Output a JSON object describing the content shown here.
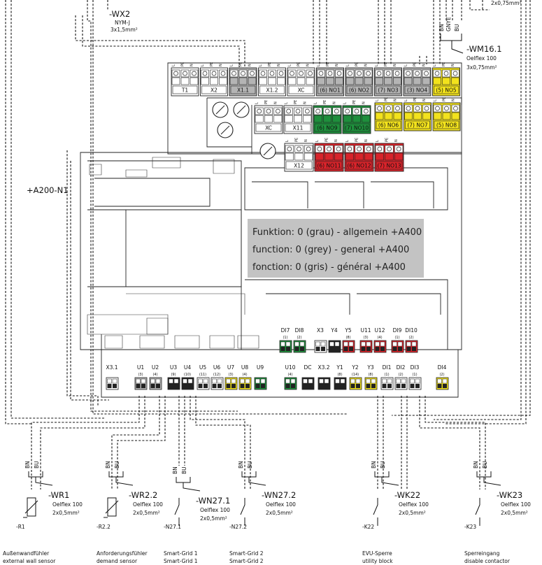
{
  "info_box": {
    "lines": [
      "Funktion: 0 (grau) - allgemein +A400",
      "function: 0 (grey) - general +A400",
      "fonction: 0 (gris) - général +A400"
    ]
  },
  "device_label": "+A200-N1",
  "colors": {
    "grey": "#b4b4b4",
    "green": "#1e8f3c",
    "yellow": "#f2e21c",
    "red": "#d8232a",
    "info_bg": "#c3c3c3"
  },
  "top_cables": {
    "wx2": {
      "tag": "-WX2",
      "type": "NYM-J",
      "size": "3x1,5mm²"
    },
    "wm16": {
      "tag": "-WM16.1",
      "type": "Oelflex 100",
      "size": "3x0,75mm²"
    },
    "top_right_size": "2x0,75mm²",
    "wm16_cores": [
      "BN",
      "GNYE",
      "BU"
    ]
  },
  "top_terminals": [
    "T1",
    "X2",
    "X1.1",
    "X1.2",
    "XC",
    "(6) NO1",
    "(6) NO2",
    "(7) NO3",
    "(3) NO4",
    "(5) NO5"
  ],
  "mid_terminals_right": [
    "(6) NO6",
    "(7) NO7",
    "(5) NO8"
  ],
  "mid_terminals_left": [
    "XC",
    "X11",
    "(6) NO9",
    "(7) NO10"
  ],
  "red_terminals": [
    "X12",
    "(6) NO11",
    "(6) NO12",
    "(7) NO13"
  ],
  "pin_letters": {
    "l": "L",
    "pe": "PE",
    "n": "N"
  },
  "upper_io": {
    "labels": [
      "DI7",
      "DI8",
      "X3",
      "Y4",
      "Y5",
      "U11",
      "U12",
      "DI9",
      "DI10"
    ],
    "functions": [
      "(1)",
      "(2)",
      "",
      "",
      "(8)",
      "(3)",
      "(4)",
      "(1)",
      "(2)"
    ]
  },
  "lower_io_left": {
    "labels": [
      "X3.1",
      "U1",
      "U2",
      "U3",
      "U4",
      "U5",
      "U6",
      "U7",
      "U8",
      "U9"
    ],
    "functions": [
      "",
      "(3)",
      "(4)",
      "(9)",
      "(10)",
      "(11)",
      "(12)",
      "(3)",
      "(4)",
      ""
    ]
  },
  "lower_io_right": {
    "labels": [
      "U10",
      "DC",
      "X3.2",
      "Y1",
      "Y2",
      "Y3",
      "DI1",
      "DI2",
      "DI3",
      "DI4"
    ],
    "functions": [
      "(4)",
      "",
      "",
      "(8)",
      "(14)",
      "(8)",
      "(1)",
      "(2)",
      "(1)",
      "(2)"
    ]
  },
  "core_labels": [
    "BN",
    "BU"
  ],
  "field_devices": [
    {
      "tag": "-R1",
      "cable": "-WR1",
      "cable_type": "Oelflex 100",
      "cable_size": "2x0,5mm²",
      "desc_de": "Außenwandfühler",
      "desc_en": "external wall sensor"
    },
    {
      "tag": "-R2.2",
      "cable": "-WR2.2",
      "cable_type": "Oelflex 100",
      "cable_size": "2x0,5mm²",
      "desc_de": "Anforderungsfühler",
      "desc_en": "demand sensor"
    },
    {
      "tag": "-N27.1",
      "cable": "-WN27.1",
      "cable_type": "Oelflex 100",
      "cable_size": "2x0,5mm²",
      "desc_de": "Smart-Grid 1",
      "desc_en": "Smart-Grid 1"
    },
    {
      "tag": "-N27.2",
      "cable": "-WN27.2",
      "cable_type": "Oelflex 100",
      "cable_size": "2x0,5mm²",
      "desc_de": "Smart-Grid 2",
      "desc_en": "Smart-Grid 2"
    },
    {
      "tag": "-K22",
      "cable": "-WK22",
      "cable_type": "Oelflex 100",
      "cable_size": "2x0,5mm²",
      "desc_de": "EVU-Sperre",
      "desc_en": "utility block"
    },
    {
      "tag": "-K23",
      "cable": "-WK23",
      "cable_type": "Oelflex 100",
      "cable_size": "2x0,5mm²",
      "desc_de": "Sperreingang",
      "desc_en": "disable contactor"
    }
  ]
}
